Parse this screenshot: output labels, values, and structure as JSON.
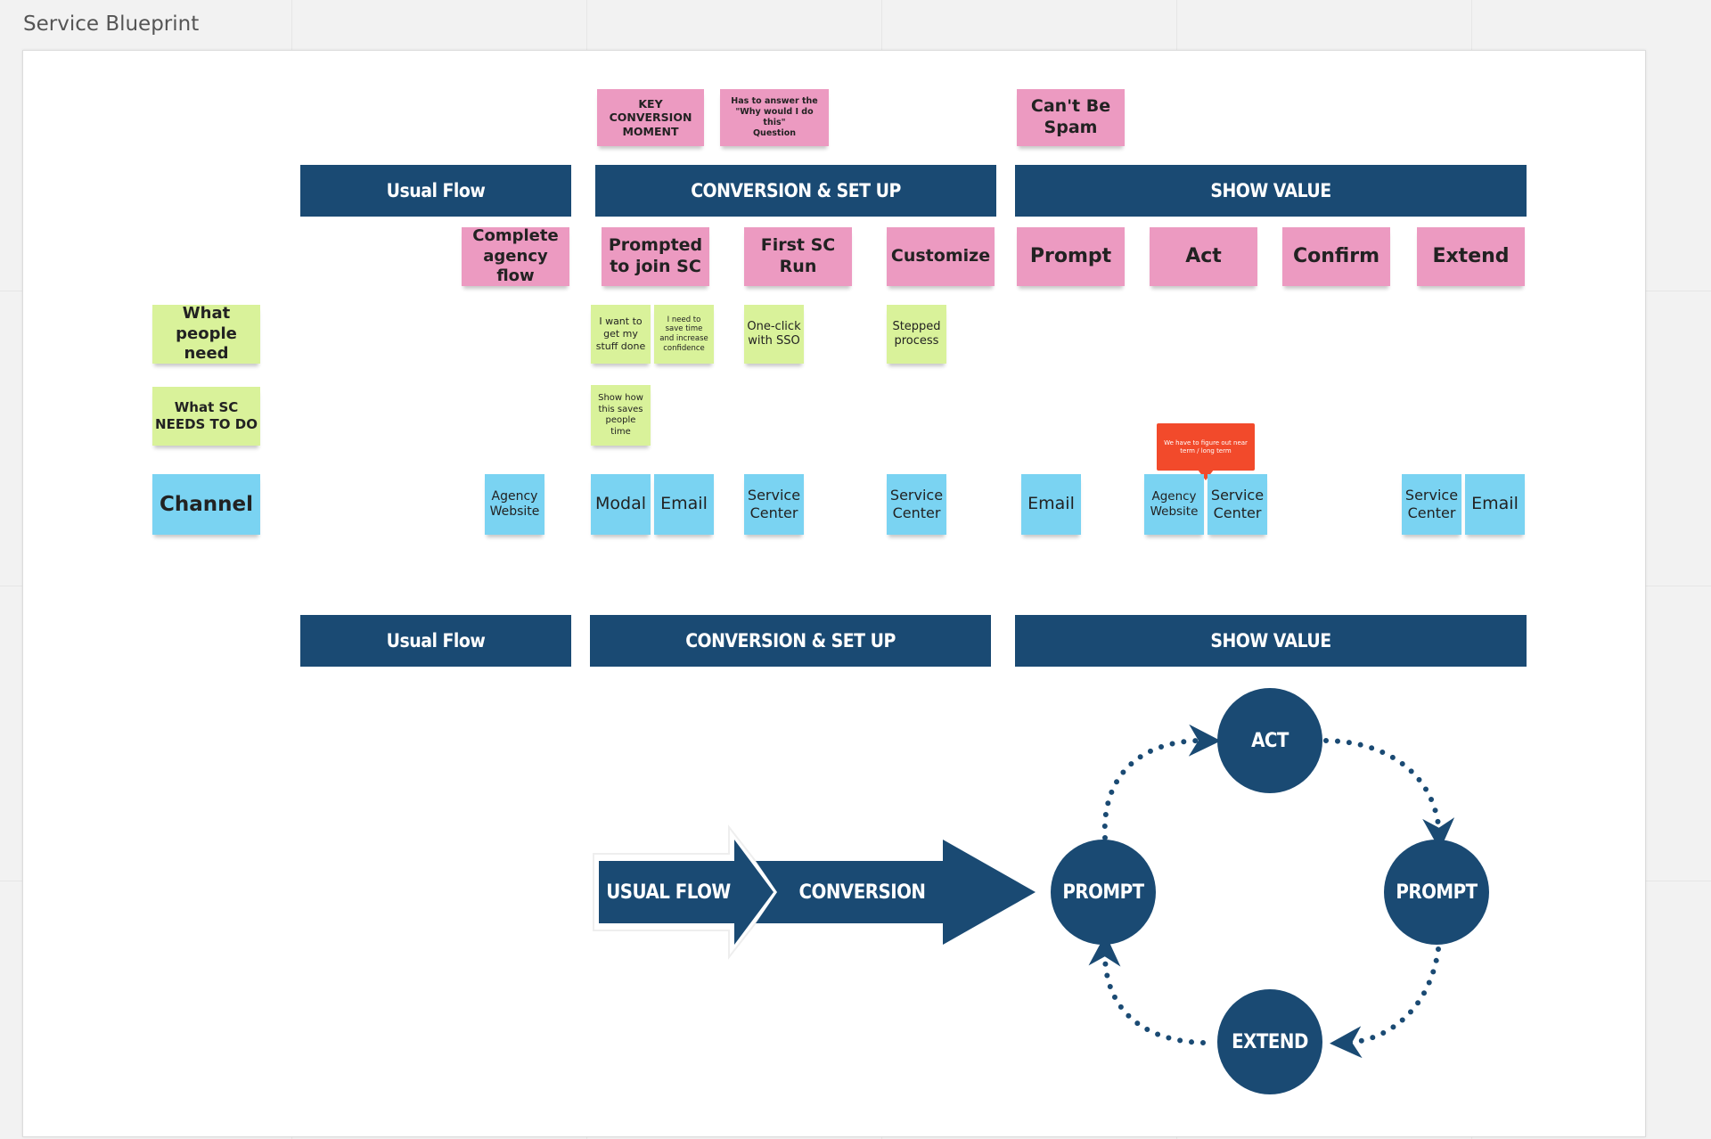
{
  "board": {
    "title": "Service Blueprint"
  },
  "top_notes": {
    "key_conversion": "KEY\nCONVERSION\nMOMENT",
    "why_question": "Has to answer the\n\"Why would I do\nthis\"\nQuestion",
    "cant_be_spam": "Can't Be\nSpam"
  },
  "phases_top": {
    "usual_flow": "Usual Flow",
    "conversion_setup": "CONVERSION & SET UP",
    "show_value": "SHOW VALUE"
  },
  "steps": {
    "complete_agency_flow": "Complete\nagency flow",
    "prompted_to_join": "Prompted\nto join SC",
    "first_sc_run": "First SC\nRun",
    "customize": "Customize",
    "prompt": "Prompt",
    "act": "Act",
    "confirm": "Confirm",
    "extend": "Extend"
  },
  "rows": {
    "what_people_need": "What\npeople need",
    "what_sc_needs": "What SC\nNEEDS TO DO",
    "channel": "Channel"
  },
  "needs": {
    "get_stuff_done": "I want to\nget my\nstuff done",
    "save_time": "I need to\nsave time\nand increase\nconfidence",
    "one_click": "One-click\nwith SSO",
    "stepped": "Stepped\nprocess"
  },
  "sc_needs": {
    "show_saves": "Show how\nthis saves\npeople\ntime"
  },
  "channels": {
    "agency_website_1": "Agency\nWebsite",
    "modal": "Modal",
    "email_1": "Email",
    "service_center_1": "Service\nCenter",
    "service_center_2": "Service\nCenter",
    "email_2": "Email",
    "agency_website_2": "Agency\nWebsite",
    "service_center_3": "Service\nCenter",
    "service_center_4": "Service\nCenter",
    "email_3": "Email"
  },
  "comment": {
    "text": "We have to figure out near\nterm / long term"
  },
  "phases_bottom": {
    "usual_flow": "Usual Flow",
    "conversion_setup": "CONVERSION & SET UP",
    "show_value": "SHOW VALUE"
  },
  "diagram": {
    "usual_flow": "USUAL FLOW",
    "conversion": "CONVERSION",
    "act": "ACT",
    "prompt_left": "PROMPT",
    "prompt_right": "PROMPT",
    "extend": "EXTEND"
  },
  "colors": {
    "navy": "#1a4a73",
    "pink": "#ec9ac1",
    "green": "#d9f29a",
    "blue": "#7ad3f2",
    "red": "#f24a2b"
  }
}
